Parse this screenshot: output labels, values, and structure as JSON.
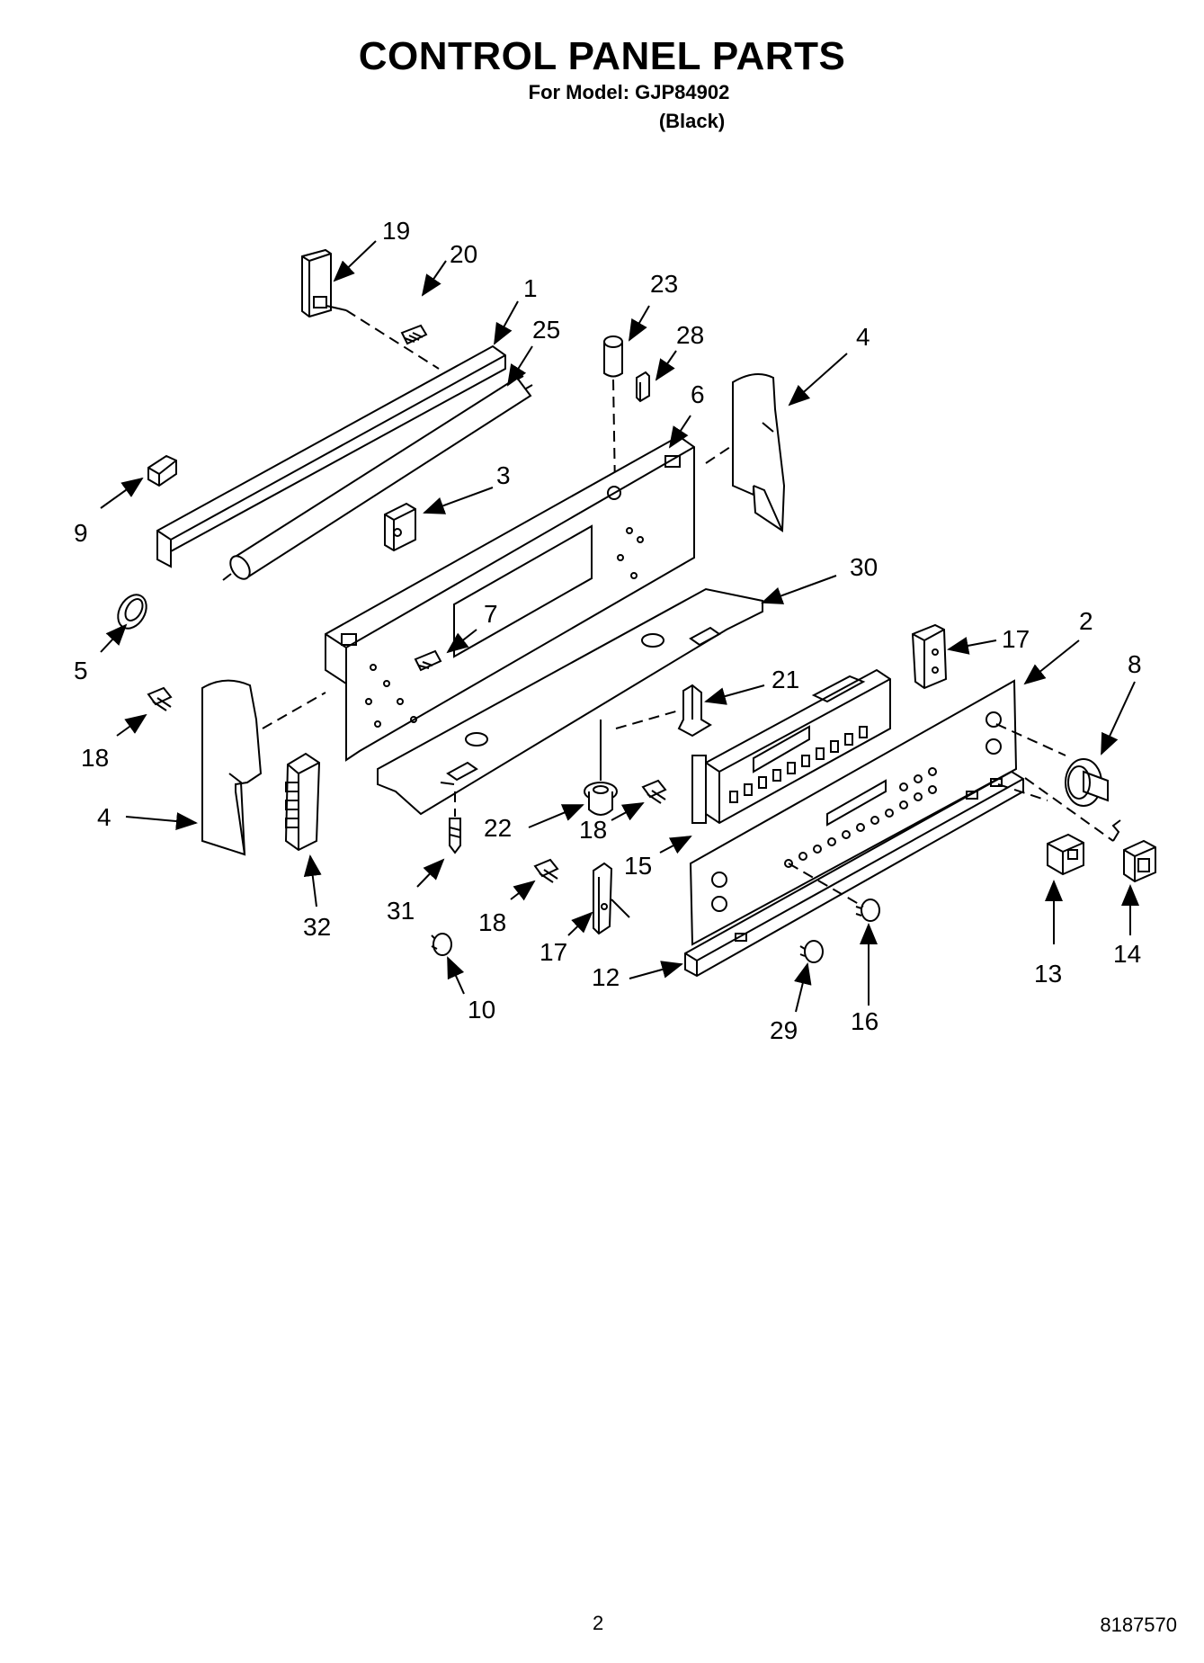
{
  "header": {
    "title": "CONTROL PANEL PARTS",
    "model_line": "For Model: GJP84902",
    "variant": "(Black)"
  },
  "footer": {
    "page_number": "2",
    "document_number": "8187570"
  },
  "callouts": {
    "c19": "19",
    "c20": "20",
    "c1": "1",
    "c25": "25",
    "c23": "23",
    "c28": "28",
    "c4a": "4",
    "c6": "6",
    "c3": "3",
    "c9": "9",
    "c30": "30",
    "c5": "5",
    "c7": "7",
    "c17a": "17",
    "c2": "2",
    "c8": "8",
    "c18a": "18",
    "c21": "21",
    "c4b": "4",
    "c22": "22",
    "c18b": "18",
    "c15": "15",
    "c31": "31",
    "c18c": "18",
    "c32": "32",
    "c17b": "17",
    "c12": "12",
    "c13": "13",
    "c14": "14",
    "c10": "10",
    "c29": "29",
    "c16": "16"
  }
}
